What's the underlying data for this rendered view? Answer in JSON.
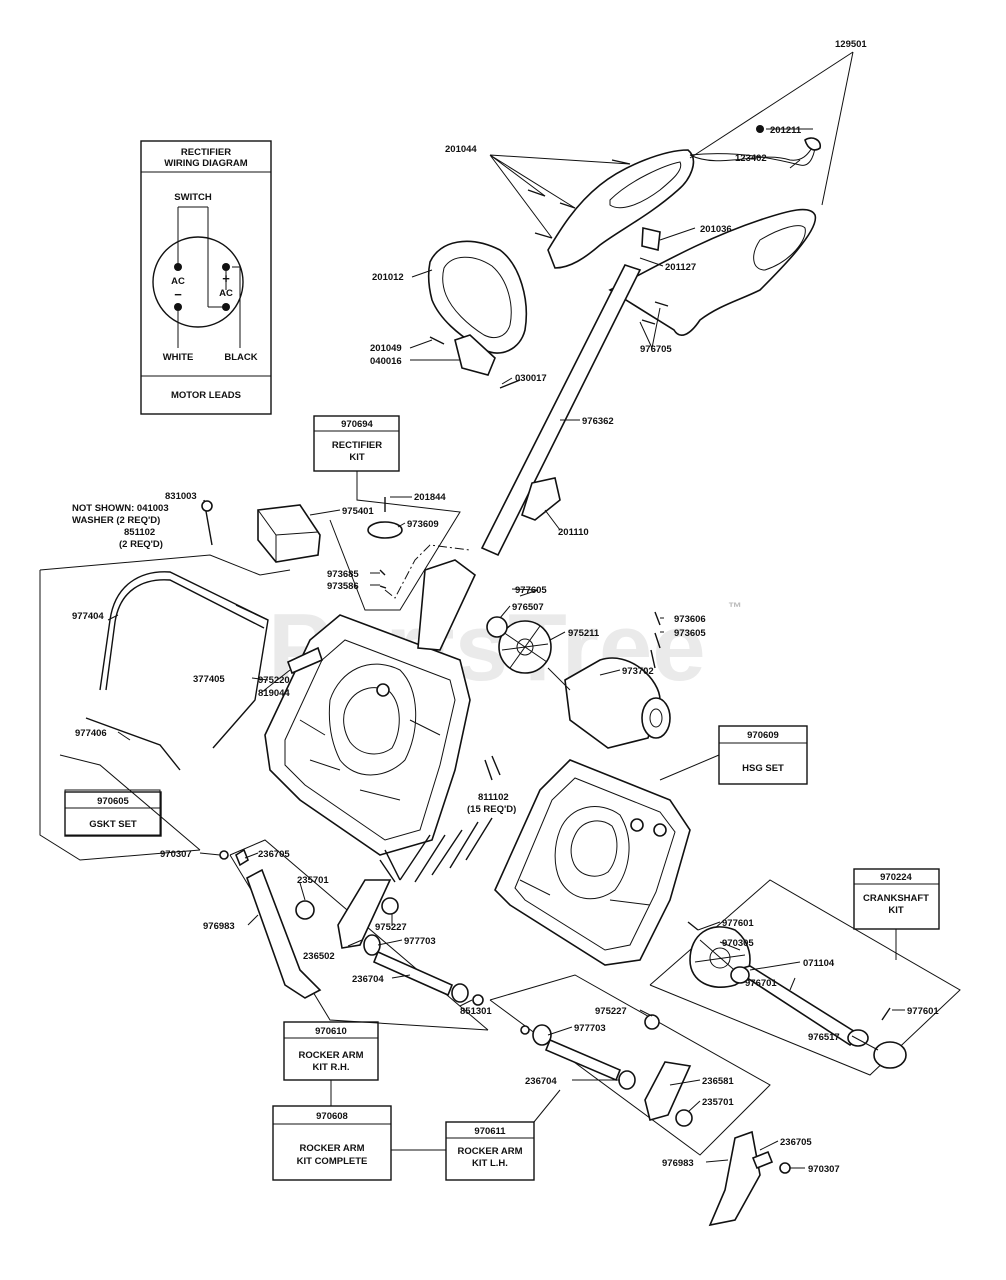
{
  "watermark": "PartsTree",
  "watermark_tm": "™",
  "wiring_diagram": {
    "title_line1": "RECTIFIER",
    "title_line2": "WIRING DIAGRAM",
    "switch": "SWITCH",
    "ac_left": "AC",
    "ac_right": "AC",
    "minus": "−",
    "plus": "+",
    "white": "WHITE",
    "black": "BLACK",
    "footer": "MOTOR LEADS"
  },
  "kits": {
    "rectifier": {
      "number": "970694",
      "line1": "RECTIFIER",
      "line2": "KIT"
    },
    "hsg": {
      "number": "970609",
      "line1": "HSG SET",
      "line2": ""
    },
    "gskt": {
      "number": "970605",
      "line1": "GSKT SET",
      "line2": ""
    },
    "crankshaft": {
      "number": "970224",
      "line1": "CRANKSHAFT",
      "line2": "KIT"
    },
    "rocker_rh": {
      "number": "970610",
      "line1": "ROCKER ARM",
      "line2": "KIT R.H."
    },
    "rocker_complete": {
      "number": "970608",
      "line1": "ROCKER ARM",
      "line2": "KIT COMPLETE"
    },
    "rocker_lh": {
      "number": "970611",
      "line1": "ROCKER ARM",
      "line2": "KIT L.H."
    }
  },
  "not_shown": {
    "line1": "NOT SHOWN: 041003",
    "line2": "WASHER (2 REQ'D)",
    "line3": "851102",
    "line4": "(2 REQ'D)"
  },
  "screws_note": {
    "line1": "811102",
    "line2": "(15 REQ'D)"
  },
  "part_labels": {
    "p129501": "129501",
    "p201211": "201211",
    "p123402": "123402",
    "p201044": "201044",
    "p201036": "201036",
    "p201127": "201127",
    "p201012": "201012",
    "p976705": "976705",
    "p201049": "201049",
    "p040016": "040016",
    "p030017": "030017",
    "p976362": "976362",
    "p831003": "831003",
    "p201844": "201844",
    "p975401": "975401",
    "p973609": "973609",
    "p201110": "201110",
    "p973685": "973685",
    "p973586": "973586",
    "p977605": "977605",
    "p976507": "976507",
    "p973606": "973606",
    "p973605": "973605",
    "p975211": "975211",
    "p977404": "977404",
    "p377405": "377405",
    "p975220": "975220",
    "p819044": "819044",
    "p973702": "973702",
    "p977406": "977406",
    "p970307a": "970307",
    "p236705a": "236705",
    "p235701a": "235701",
    "p976983a": "976983",
    "p975227a": "975227",
    "p236502": "236502",
    "p977703a": "977703",
    "p236704a": "236704",
    "p851301": "851301",
    "p977601a": "977601",
    "p970305": "970305",
    "p071104": "071104",
    "p976701": "976701",
    "p977601b": "977601",
    "p976517": "976517",
    "p975227b": "975227",
    "p977703b": "977703",
    "p236704b": "236704",
    "p236581": "236581",
    "p235701b": "235701",
    "p236705b": "236705",
    "p976983b": "976983",
    "p970307b": "970307"
  }
}
